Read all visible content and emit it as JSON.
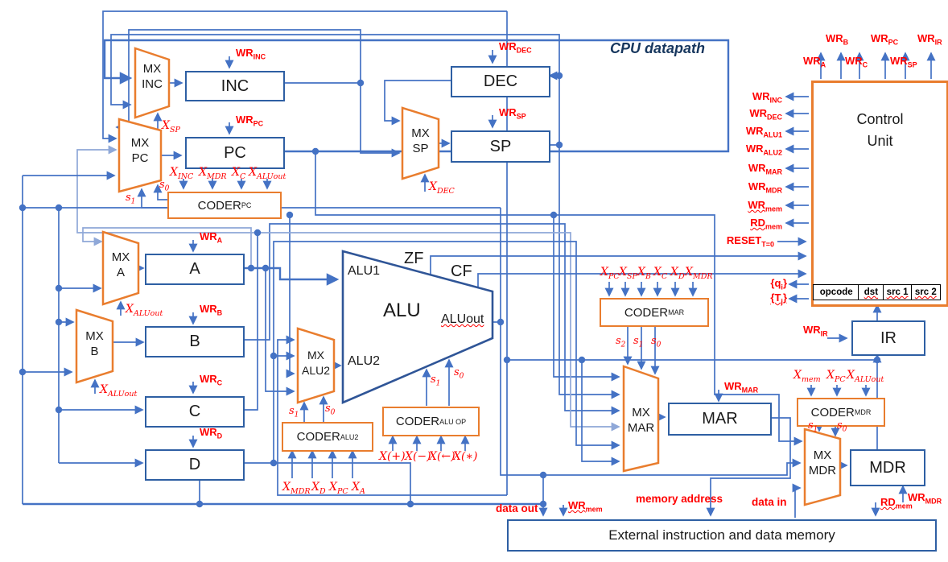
{
  "title": "CPU datapath",
  "registers": {
    "inc": "INC",
    "pc": "PC",
    "dec": "DEC",
    "sp": "SP",
    "a": "A",
    "b": "B",
    "c": "C",
    "d": "D",
    "mar": "MAR",
    "mdr": "MDR",
    "ir": "IR"
  },
  "muxes": {
    "inc": [
      "MX",
      "INC"
    ],
    "pc": [
      "MX",
      "PC"
    ],
    "sp": [
      "MX",
      "SP"
    ],
    "a": [
      "MX",
      "A"
    ],
    "b": [
      "MX",
      "B"
    ],
    "alu2": [
      "MX",
      "ALU2"
    ],
    "mar": [
      "MX",
      "MAR"
    ],
    "mdr": [
      "MX",
      "MDR"
    ]
  },
  "alu": {
    "name": "ALU",
    "in1": "ALU1",
    "in2": "ALU2",
    "out": "ALUout",
    "zf": "ZF",
    "cf": "CF"
  },
  "coders": {
    "pc": [
      "CODER",
      "PC"
    ],
    "alu2": [
      "CODER",
      "ALU2"
    ],
    "alu_op": [
      "CODER",
      "ALU OP"
    ],
    "mar": [
      "CODER",
      "MAR"
    ],
    "mdr": [
      "CODER",
      "MDR"
    ]
  },
  "control_unit": {
    "title": [
      "Control",
      "Unit"
    ],
    "fields": [
      "opcode",
      "dst",
      "src 1",
      "src 2"
    ],
    "top": [
      [
        "WR",
        "A"
      ],
      [
        "WR",
        "B"
      ],
      [
        "WR",
        "C"
      ],
      [
        "WR",
        "PC"
      ],
      [
        "WR",
        "SP"
      ],
      [
        "WR",
        "IR"
      ]
    ],
    "left": [
      [
        "WR",
        "INC"
      ],
      [
        "WR",
        "DEC"
      ],
      [
        "WR",
        "ALU1"
      ],
      [
        "WR",
        "ALU2"
      ],
      [
        "WR",
        "MAR"
      ],
      [
        "WR",
        "MDR"
      ],
      [
        "WR",
        "mem"
      ],
      [
        "RD",
        "mem"
      ]
    ],
    "reset": [
      "RESET",
      "T=0"
    ],
    "q": {
      "pre": "{q",
      "sub": "i",
      "post": "}"
    },
    "t": {
      "pre": "{T",
      "sub": "j",
      "post": "}"
    }
  },
  "signals": {
    "wr_inc": [
      "WR",
      "INC"
    ],
    "wr_pc": [
      "WR",
      "PC"
    ],
    "wr_dec": [
      "WR",
      "DEC"
    ],
    "wr_sp": [
      "WR",
      "SP"
    ],
    "wr_a": [
      "WR",
      "A"
    ],
    "wr_b": [
      "WR",
      "B"
    ],
    "wr_c": [
      "WR",
      "C"
    ],
    "wr_d": [
      "WR",
      "D"
    ],
    "wr_mar": [
      "WR",
      "MAR"
    ],
    "wr_mdr": [
      "WR",
      "MDR"
    ],
    "wr_ir": [
      "WR",
      "IR"
    ],
    "x_sp": [
      "X",
      "SP"
    ],
    "x_dec": [
      "X",
      "DEC"
    ],
    "x_aluout": [
      "X",
      "ALUout"
    ],
    "x_inc": [
      "X",
      "INC"
    ],
    "x_mdr": [
      "X",
      "MDR"
    ],
    "x_c": [
      "X",
      "C"
    ],
    "x_pc": [
      "X",
      "PC"
    ],
    "x_b": [
      "X",
      "B"
    ],
    "x_d": [
      "X",
      "D"
    ],
    "x_a": [
      "X",
      "A"
    ],
    "x_mem": [
      "X",
      "mem"
    ]
  },
  "selects": {
    "s0": [
      "s",
      "0"
    ],
    "s1": [
      "s",
      "1"
    ],
    "s2": [
      "s",
      "2"
    ]
  },
  "ops": [
    "X(+)",
    "X(−)",
    "X(←)",
    "X(∗)"
  ],
  "memory": {
    "label": "External instruction and data memory",
    "data_out": "data out",
    "wr_mem": [
      "WR",
      "mem"
    ],
    "address": "memory address",
    "data_in": "data in",
    "rd_mem": [
      "RD",
      "mem"
    ]
  }
}
